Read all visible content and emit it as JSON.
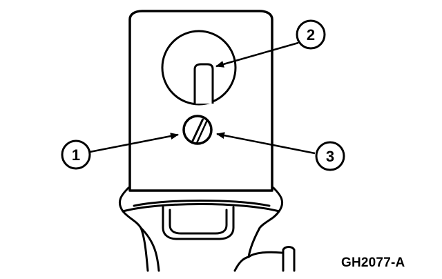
{
  "figure_id": "GH2077-A",
  "callouts": [
    {
      "number": "1"
    },
    {
      "number": "2"
    },
    {
      "number": "3"
    }
  ],
  "colors": {
    "line": "#000000",
    "background": "#ffffff"
  }
}
